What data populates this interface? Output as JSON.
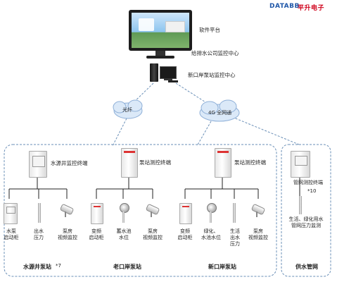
{
  "brand": {
    "logo_text": "DATABB",
    "cn_text": "平升电子",
    "logo_color": "#1f57a8",
    "cn_color": "#d0021b"
  },
  "top": {
    "software_label": "软件平台",
    "center_label": "给排水公司监控中心",
    "pump_center_label": "新口岸泵站监控中心"
  },
  "network": {
    "fiber": "光纤",
    "g4": "4G 全网通"
  },
  "stations": {
    "well": {
      "terminal": "水源井监控终端",
      "footer": "水源井泵站",
      "footer_note": "*7",
      "devices": [
        "水泵\n启动柜",
        "出水\n压力",
        "泵房\n视频监控"
      ]
    },
    "old": {
      "terminal": "泵站测控终端",
      "footer": "老口岸泵站",
      "devices": [
        "变频\n启动柜",
        "蓄水池\n水位",
        "泵房\n视频监控"
      ]
    },
    "new": {
      "terminal": "泵站测控终端",
      "footer": "新口岸泵站",
      "devices": [
        "变频\n启动柜",
        "绿化、\n水池水位",
        "生活\n出水\n压力",
        "泵房\n视频监控"
      ]
    },
    "pipe": {
      "terminal": "管网测控终端",
      "terminal_note": "*10",
      "device": "生活、绿化用水\n管网压力监测",
      "footer": "供水管网"
    }
  },
  "watermark": "···"
}
